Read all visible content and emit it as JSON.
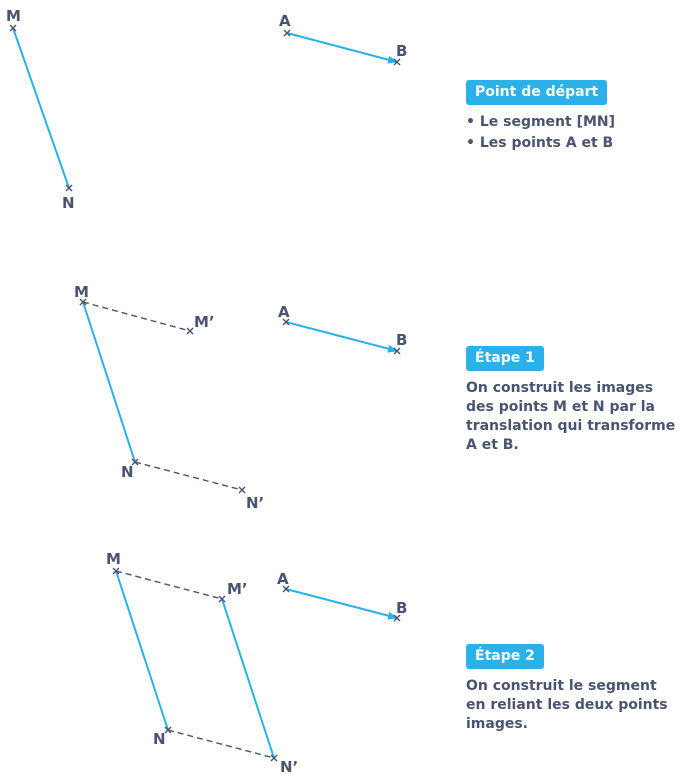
{
  "diagram": {
    "panels": [
      {
        "points": {
          "M": "M",
          "N": "N",
          "A": "A",
          "B": "B"
        },
        "caption": {
          "title": "Point de départ",
          "bullets": [
            "• Le segment [MN]",
            "• Les points A et B"
          ]
        }
      },
      {
        "points": {
          "M": "M",
          "N": "N",
          "A": "A",
          "B": "B",
          "Mp": "M’",
          "Np": "N’"
        },
        "caption": {
          "title": "Étape 1",
          "text": "On construit les images des points M et N par la translation qui transforme A et B."
        }
      },
      {
        "points": {
          "M": "M",
          "N": "N",
          "A": "A",
          "B": "B",
          "Mp": "M’",
          "Np": "N’"
        },
        "caption": {
          "title": "Étape 2",
          "text": "On construit le segment en reliant les deux points images."
        }
      }
    ],
    "colors": {
      "segment": "#2bb0e8",
      "badge": "#2bb0e8",
      "text": "#4a5470",
      "construction": "#4a5470"
    }
  }
}
